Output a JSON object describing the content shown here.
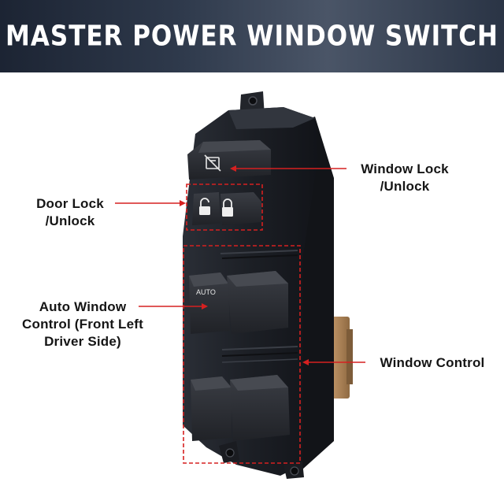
{
  "header": {
    "title": "MASTER POWER WINDOW SWITCH"
  },
  "callouts": {
    "window_lock": {
      "line1": "Window Lock",
      "line2": "/Unlock"
    },
    "door_lock": {
      "line1": "Door Lock",
      "line2": "/Unlock"
    },
    "auto_window": {
      "line1": "Auto Window",
      "line2": "Control (Front Left",
      "line3": "Driver Side)"
    },
    "window_control": {
      "line1": "Window Control"
    }
  },
  "switch": {
    "auto_label": "AUTO",
    "icons": [
      "window-lock-icon",
      "unlock-icon",
      "lock-icon"
    ]
  },
  "colors": {
    "callout_red": "#d62020",
    "switch_body": "#1d2026",
    "switch_button": "#2c2f35",
    "connector_tan": "#b3875a"
  }
}
